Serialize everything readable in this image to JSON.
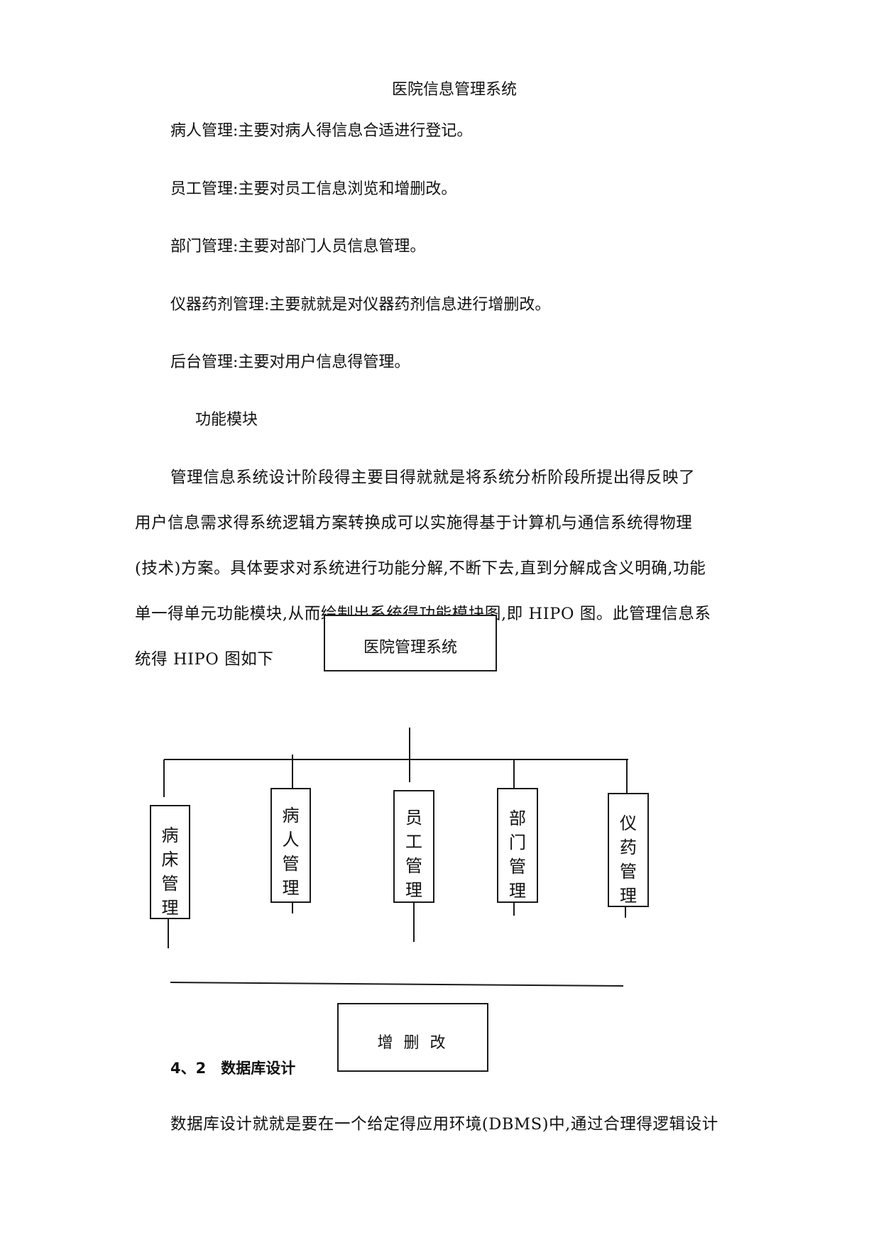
{
  "document": {
    "title": "医院信息管理系统",
    "items": [
      "病人管理:主要对病人得信息合适进行登记。",
      "员工管理:主要对员工信息浏览和增删改。",
      "部门管理:主要对部门人员信息管理。",
      "仪器药剂管理:主要就就是对仪器药剂信息进行增删改。",
      "后台管理:主要对用户信息得管理。"
    ],
    "section_label": "功能模块",
    "paragraph_lines": [
      "管理信息系统设计阶段得主要目得就就是将系统分析阶段所提出得反映了",
      "用户信息需求得系统逻辑方案转换成可以实施得基于计算机与通信系统得物理",
      "(技术)方案。具体要求对系统进行功能分解,不断下去,直到分解成含义明确,功能",
      "单一得单元功能模块,从而绘制出系统得功能模块图,即 HIPO 图。此管理信息系",
      "统得 HIPO 图如下"
    ],
    "heading": "4、2　数据库设计",
    "last_line": "数据库设计就就是要在一个给定得应用环境(DBMS)中,通过合理得逻辑设计"
  },
  "diagram": {
    "root": "医院管理系统",
    "modules": [
      "病\n床\n管\n理",
      "病\n人\n管\n理",
      "员\n工\n管\n理",
      "部\n门\n管\n理",
      "仪\n药\n管\n理"
    ],
    "bottom": "增 删 改"
  }
}
